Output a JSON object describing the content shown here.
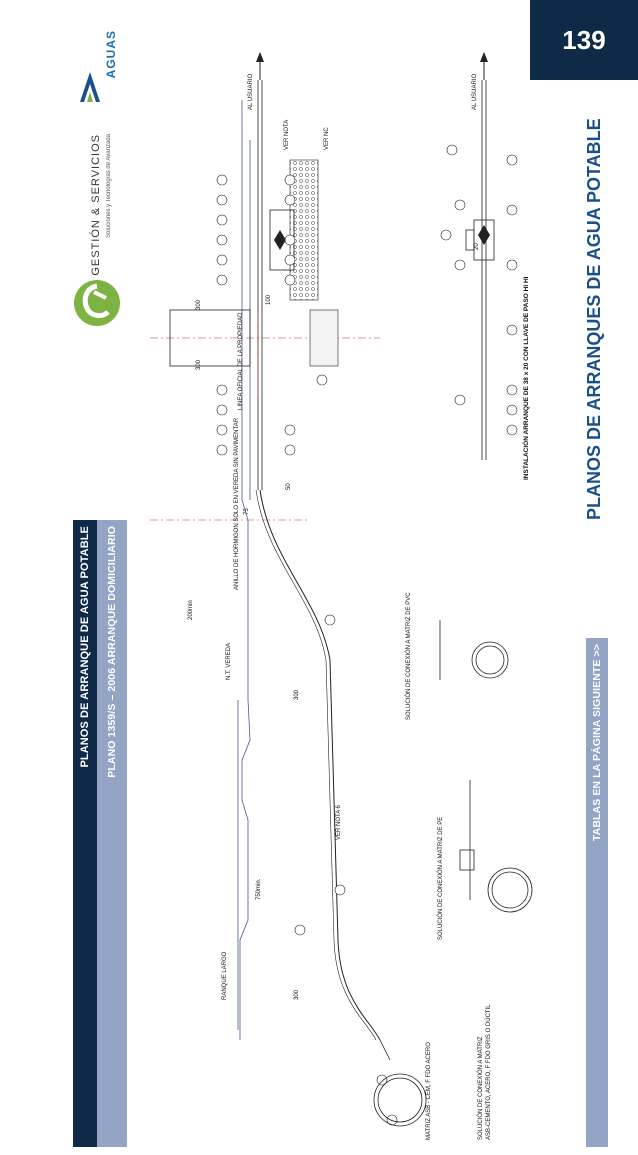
{
  "page_number": "139",
  "main_title": "PLANOS DE ARRANQUES DE AGUA POTABLE",
  "header_band": {
    "title": "PLANOS DE ARRANQUE DE AGUA POTABLE",
    "subtitle": "PLANO 1359/S – 2006 ARRANQUE DOMICILIARIO"
  },
  "footer_band": "TABLAS EN LA PÁGINA SIGUIENTE >>",
  "logos": {
    "gs_name": "GESTIÓN & SERVICIOS",
    "gs_tagline": "Soluciones y Tecnologías de Avanzada",
    "aguas": "AGUAS"
  },
  "drawing": {
    "labels": {
      "al_usuario_1": "AL USUARIO",
      "al_usuario_2": "AL USUARIO",
      "ver_nota": "VER NOTA",
      "ver_nc": "VER NC",
      "linea_oficial": "LINEA OFICIAL DE LA PROPIEDAD",
      "anillo": "ANILLO DE HORMIGON SOLO EN VEREDA SIN PAVIMENTAR",
      "nt_vereda": "N.T. VEREDA",
      "min200": "200min",
      "min750": "750min.",
      "ver_nota6": "VER NOTA 6",
      "ranque_largo": "RANQUE LARGO",
      "matriz_note": "MATRIZ ASB - CEM, F FDO ACERO",
      "sol_pvc": "SOLUCIÓN DE CONEXIÓN A MATRIZ DE PVC",
      "sol_pe": "SOLUCIÓN DE CONEXIÓN A MATRIZ DE PE",
      "sol_asb_1": "SOLUCIÓN DE CONEXIÓN A MATRIZ",
      "sol_asb_2": "ASB-CEMENTO, ACERO, F FDO GRIS O DÚCTIL",
      "instalacion": "INSTALACIÓN ARRANQUE DE 38 x 20 CON LLAVE DE PASO HI HI",
      "dim_300a": "300",
      "dim_300b": "300",
      "dim_300c": "300",
      "dim_300d": "300",
      "dim_100": "100",
      "dim_75": "75",
      "dim_50": "50",
      "dim_20": "20"
    }
  }
}
